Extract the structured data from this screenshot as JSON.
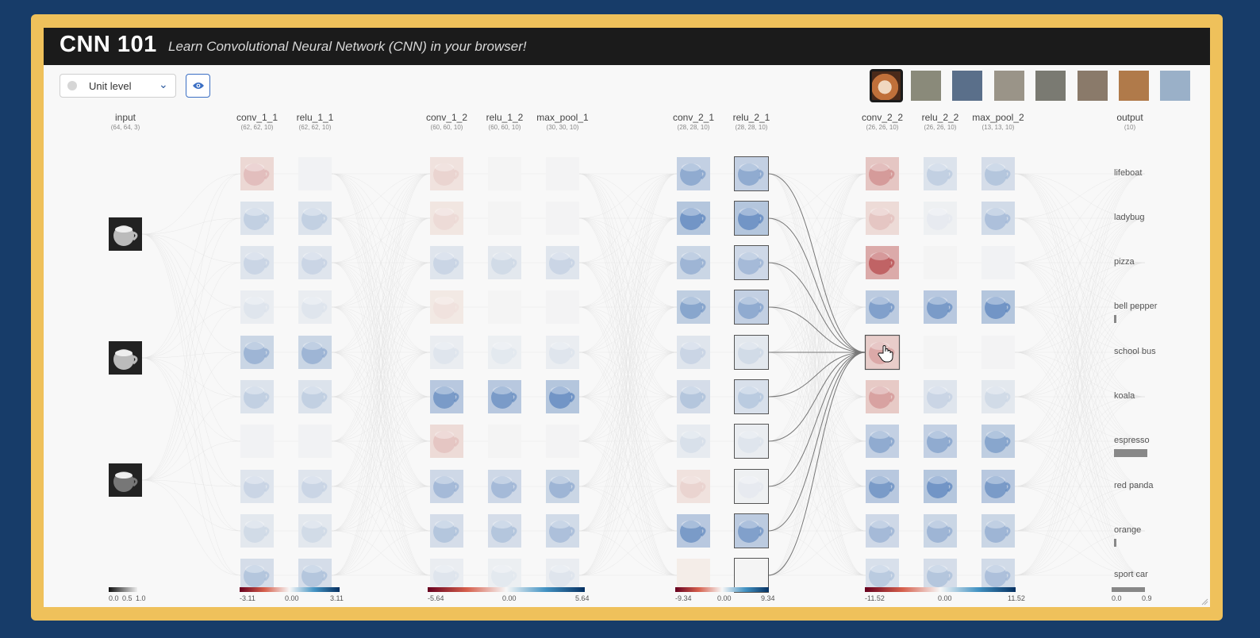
{
  "header": {
    "logo": "CNN 101",
    "tagline": "Learn Convolutional Neural Network (CNN) in your browser!"
  },
  "toolbar": {
    "level_select": "Unit level",
    "eye_icon": "eye-icon"
  },
  "sample_images": [
    "coffee-cup",
    "image-2",
    "image-3",
    "image-4",
    "image-5",
    "image-6",
    "image-7",
    "image-8"
  ],
  "layers": [
    {
      "name": "input",
      "dim": "(64, 64, 3)"
    },
    {
      "name": "conv_1_1",
      "dim": "(62, 62, 10)"
    },
    {
      "name": "relu_1_1",
      "dim": "(62, 62, 10)"
    },
    {
      "name": "conv_1_2",
      "dim": "(60, 60, 10)"
    },
    {
      "name": "relu_1_2",
      "dim": "(60, 60, 10)"
    },
    {
      "name": "max_pool_1",
      "dim": "(30, 30, 10)"
    },
    {
      "name": "conv_2_1",
      "dim": "(28, 28, 10)"
    },
    {
      "name": "relu_2_1",
      "dim": "(28, 28, 10)"
    },
    {
      "name": "conv_2_2",
      "dim": "(26, 26, 10)"
    },
    {
      "name": "relu_2_2",
      "dim": "(26, 26, 10)"
    },
    {
      "name": "max_pool_2",
      "dim": "(13, 13, 10)"
    },
    {
      "name": "output",
      "dim": "(10)"
    }
  ],
  "classes": [
    {
      "label": "lifeboat",
      "prob": 0.0
    },
    {
      "label": "ladybug",
      "prob": 0.0
    },
    {
      "label": "pizza",
      "prob": 0.0
    },
    {
      "label": "bell pepper",
      "prob": 0.02
    },
    {
      "label": "school bus",
      "prob": 0.0
    },
    {
      "label": "koala",
      "prob": 0.0
    },
    {
      "label": "espresso",
      "prob": 0.9
    },
    {
      "label": "red panda",
      "prob": 0.0
    },
    {
      "label": "orange",
      "prob": 0.04
    },
    {
      "label": "sport car",
      "prob": 0.0
    }
  ],
  "legends": [
    {
      "labels": [
        "0.0",
        "0.5",
        "1.0"
      ]
    },
    {
      "labels": [
        "-3.11",
        "0.00",
        "3.11"
      ]
    },
    {
      "labels": [
        "-5.64",
        "0.00",
        "5.64"
      ]
    },
    {
      "labels": [
        "-9.34",
        "0.00",
        "9.34"
      ]
    },
    {
      "labels": [
        "-11.52",
        "0.00",
        "11.52"
      ]
    },
    {
      "labels": [
        "0.0",
        "0.9"
      ]
    }
  ],
  "colors": {
    "background": "#173c69",
    "frame": "#efc15b",
    "header": "#1b1b1b",
    "positive": "#2b6cb0",
    "negative": "#b2182b"
  }
}
